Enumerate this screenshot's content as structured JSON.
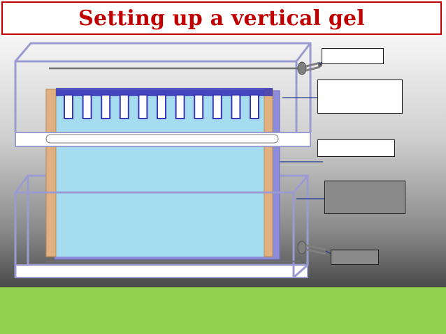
{
  "title": "Setting up a vertical gel",
  "colors": {
    "title_text": "#c00000",
    "title_border": "#c00000",
    "green_band": "#92d050",
    "gel": "#a6dcf0",
    "spacer": "#e0b080",
    "glass_plate": "#8c8cd8",
    "comb": "#3838b8",
    "tank_outline": "#9b9bd2",
    "tank_panel": "#ffffff",
    "electrode_wire": "#707070",
    "terminal": "#707070",
    "label_box_border": "#1a1a1a",
    "label_box_fill_light": "#ffffff",
    "label_box_fill_gray": "#8a8a8a"
  },
  "diagram": {
    "parts": [
      "upper-buffer-tank",
      "lower-buffer-tank",
      "upper-electrode",
      "lower-electrode",
      "upper-terminal",
      "lower-terminal",
      "glass-plate",
      "spacers",
      "comb",
      "gel"
    ],
    "comb_teeth_count": 11,
    "label_boxes": [
      {
        "id": "upper-terminal-label",
        "text": "",
        "fill": "light"
      },
      {
        "id": "comb-label",
        "text": "",
        "fill": "light"
      },
      {
        "id": "gel-label",
        "text": "",
        "fill": "light"
      },
      {
        "id": "lower-tank-label",
        "text": "",
        "fill": "gray"
      },
      {
        "id": "lower-terminal-label",
        "text": "",
        "fill": "gray"
      }
    ]
  }
}
